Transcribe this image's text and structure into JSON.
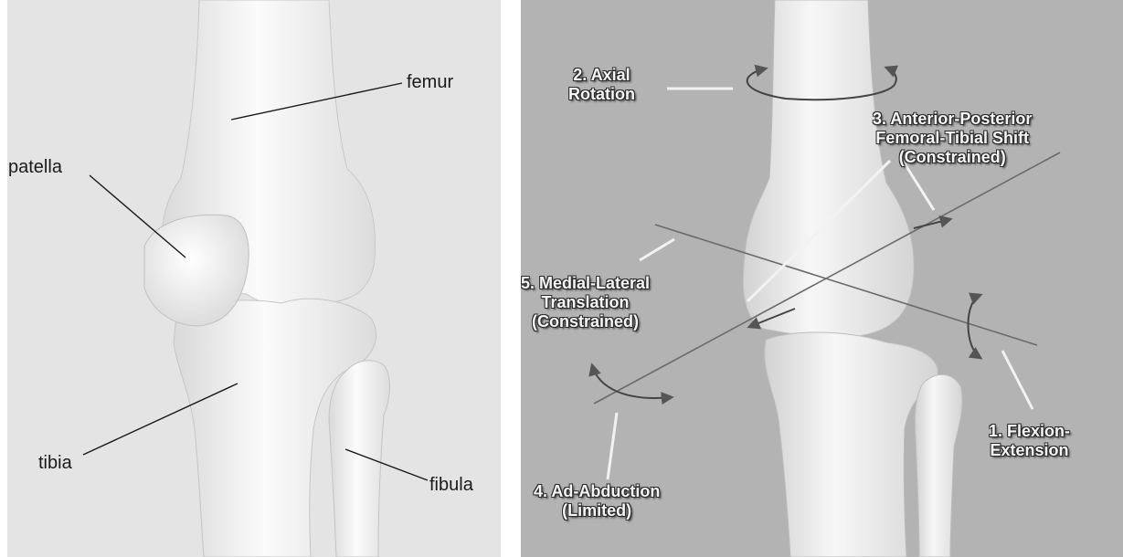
{
  "left_diagram": {
    "labels": {
      "femur": "femur",
      "patella": "patella",
      "tibia": "tibia",
      "fibula": "fibula"
    }
  },
  "right_diagram": {
    "labels": {
      "flexion_extension": [
        "1. Flexion-",
        "Extension"
      ],
      "axial_rotation": [
        "2. Axial",
        "Rotation"
      ],
      "anterior_posterior": [
        "3. Anterior-Posterior",
        "Femoral-Tibial Shift",
        "(Constrained)"
      ],
      "ad_abduction": [
        "4. Ad-Abduction",
        "(Limited)"
      ],
      "medial_lateral": [
        "5. Medial-Lateral",
        "Translation",
        "(Constrained)"
      ]
    }
  },
  "colors": {
    "left_background": "#e4e4e4",
    "right_background": "#b3b3b3",
    "bone": "#f2f2f2",
    "leader_line": "#1a1a1a"
  }
}
